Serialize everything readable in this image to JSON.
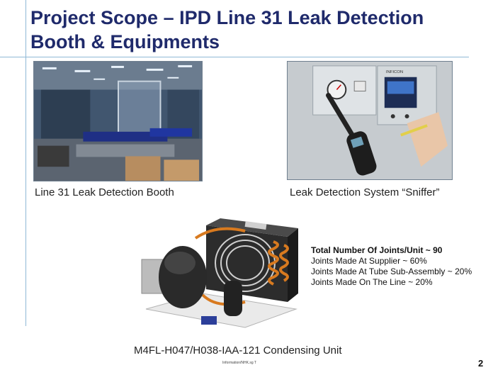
{
  "slide": {
    "title": "Project Scope – IPD Line 31 Leak Detection Booth & Equipments",
    "images": {
      "booth_caption": "Line 31 Leak Detection Booth",
      "sniffer_caption": "Leak Detection System “Sniffer”",
      "unit_caption": "M4FL-H047/H038-IAA-121 Condensing Unit",
      "sniffer_brand": "INFICON"
    },
    "stats": {
      "headline": "Total Number Of Joints/Unit ~ 90",
      "rows": [
        "Joints Made At Supplier ~ 60%",
        "Joints Made At Tube Sub-Assembly ~ 20%",
        "Joints Made On The Line ~ 20%"
      ]
    },
    "footer": "Information/NHK.sg T",
    "page_number": "2"
  }
}
